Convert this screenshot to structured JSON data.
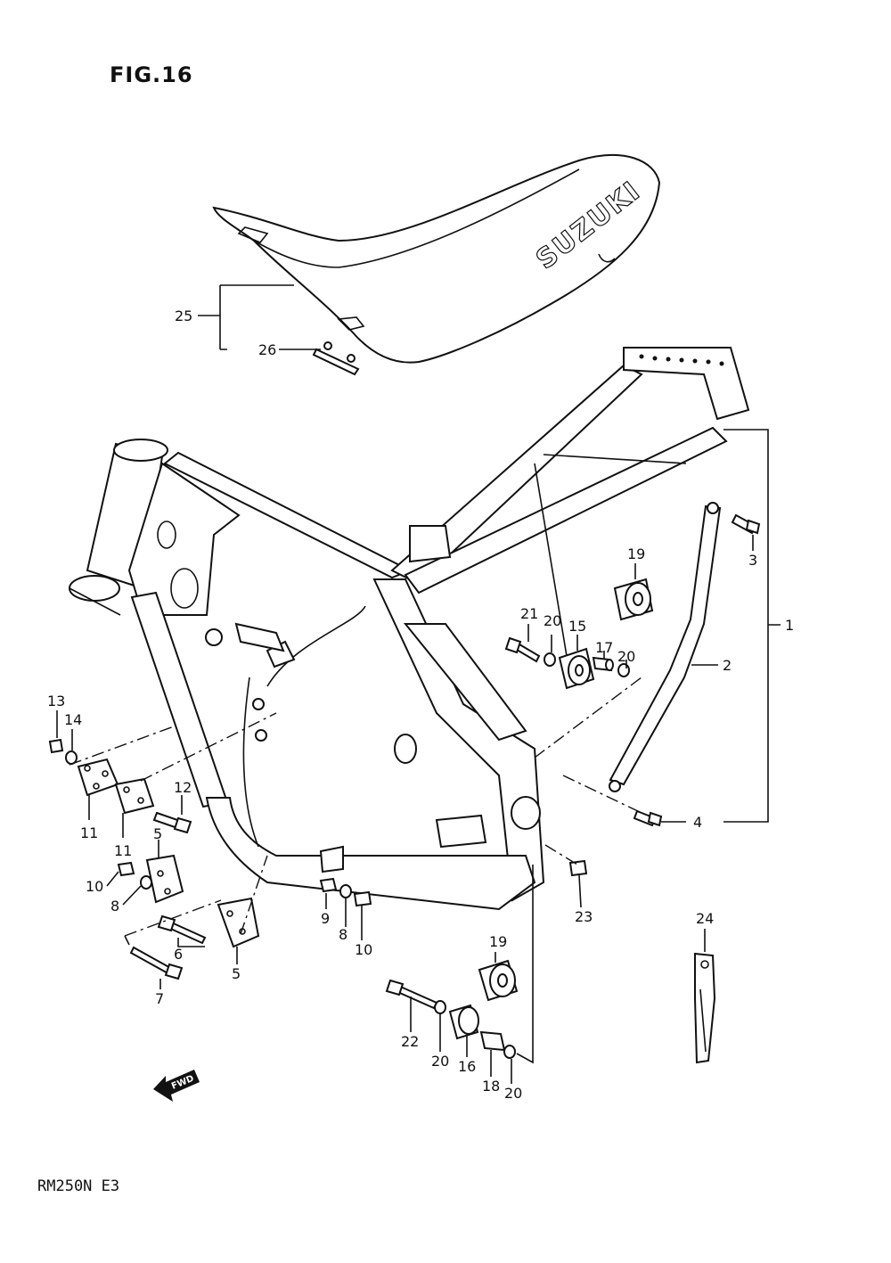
{
  "figure": {
    "title": "FIG.16",
    "model": "RM250N  E3"
  },
  "seat": {
    "brand_text": "SUZUKI"
  },
  "fwd_arrow": {
    "label": "FWD",
    "icon": "arrow-left-icon"
  },
  "callouts": [
    {
      "id": "c25",
      "text": "25"
    },
    {
      "id": "c26",
      "text": "26"
    },
    {
      "id": "c1",
      "text": "1"
    },
    {
      "id": "c2",
      "text": "2"
    },
    {
      "id": "c3",
      "text": "3"
    },
    {
      "id": "c4",
      "text": "4"
    },
    {
      "id": "c19a",
      "text": "19"
    },
    {
      "id": "c21",
      "text": "21"
    },
    {
      "id": "c20a",
      "text": "20"
    },
    {
      "id": "c15",
      "text": "15"
    },
    {
      "id": "c17",
      "text": "17"
    },
    {
      "id": "c20b",
      "text": "20"
    },
    {
      "id": "c13",
      "text": "13"
    },
    {
      "id": "c14",
      "text": "14"
    },
    {
      "id": "c11a",
      "text": "11"
    },
    {
      "id": "c11b",
      "text": "11"
    },
    {
      "id": "c12",
      "text": "12"
    },
    {
      "id": "c5a",
      "text": "5"
    },
    {
      "id": "c10a",
      "text": "10"
    },
    {
      "id": "c8a",
      "text": "8"
    },
    {
      "id": "c6",
      "text": "6"
    },
    {
      "id": "c7",
      "text": "7"
    },
    {
      "id": "c5b",
      "text": "5"
    },
    {
      "id": "c9",
      "text": "9"
    },
    {
      "id": "c8b",
      "text": "8"
    },
    {
      "id": "c10b",
      "text": "10"
    },
    {
      "id": "c23",
      "text": "23"
    },
    {
      "id": "c24",
      "text": "24"
    },
    {
      "id": "c19b",
      "text": "19"
    },
    {
      "id": "c22",
      "text": "22"
    },
    {
      "id": "c20c",
      "text": "20"
    },
    {
      "id": "c16",
      "text": "16"
    },
    {
      "id": "c18",
      "text": "18"
    },
    {
      "id": "c20d",
      "text": "20"
    }
  ]
}
